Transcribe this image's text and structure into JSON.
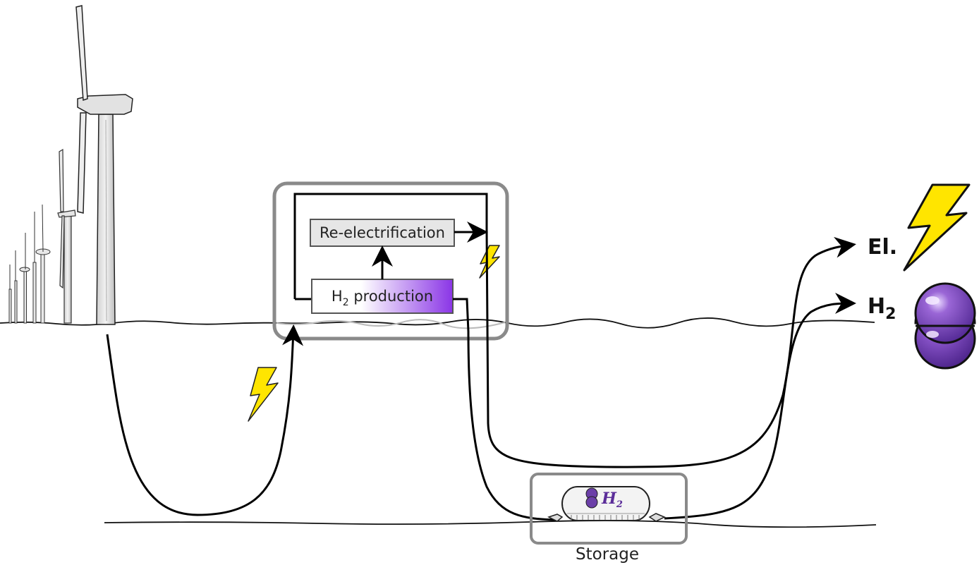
{
  "diagram": {
    "reelectrification_label": "Re-electrification",
    "h2_production_main": "H",
    "h2_production_sub": "2",
    "h2_production_rest": " production",
    "output_electricity_label": "El.",
    "output_h2_main": "H",
    "output_h2_sub": "2",
    "storage_label": "Storage",
    "tank_label_main": "H",
    "tank_label_sub": "2"
  },
  "colors": {
    "bolt_yellow": "#ffe500",
    "h2_purple": "#8a35e6",
    "molecule_purple": "#6b3fa8",
    "box_grey": "#8a8a8a",
    "reelectrification_fill": "#e6e6e6"
  },
  "icons": [
    "wind-turbine-icon",
    "lightning-bolt-icon",
    "hydrogen-molecule-icon",
    "hydrogen-tank-icon",
    "arrow-icon"
  ]
}
